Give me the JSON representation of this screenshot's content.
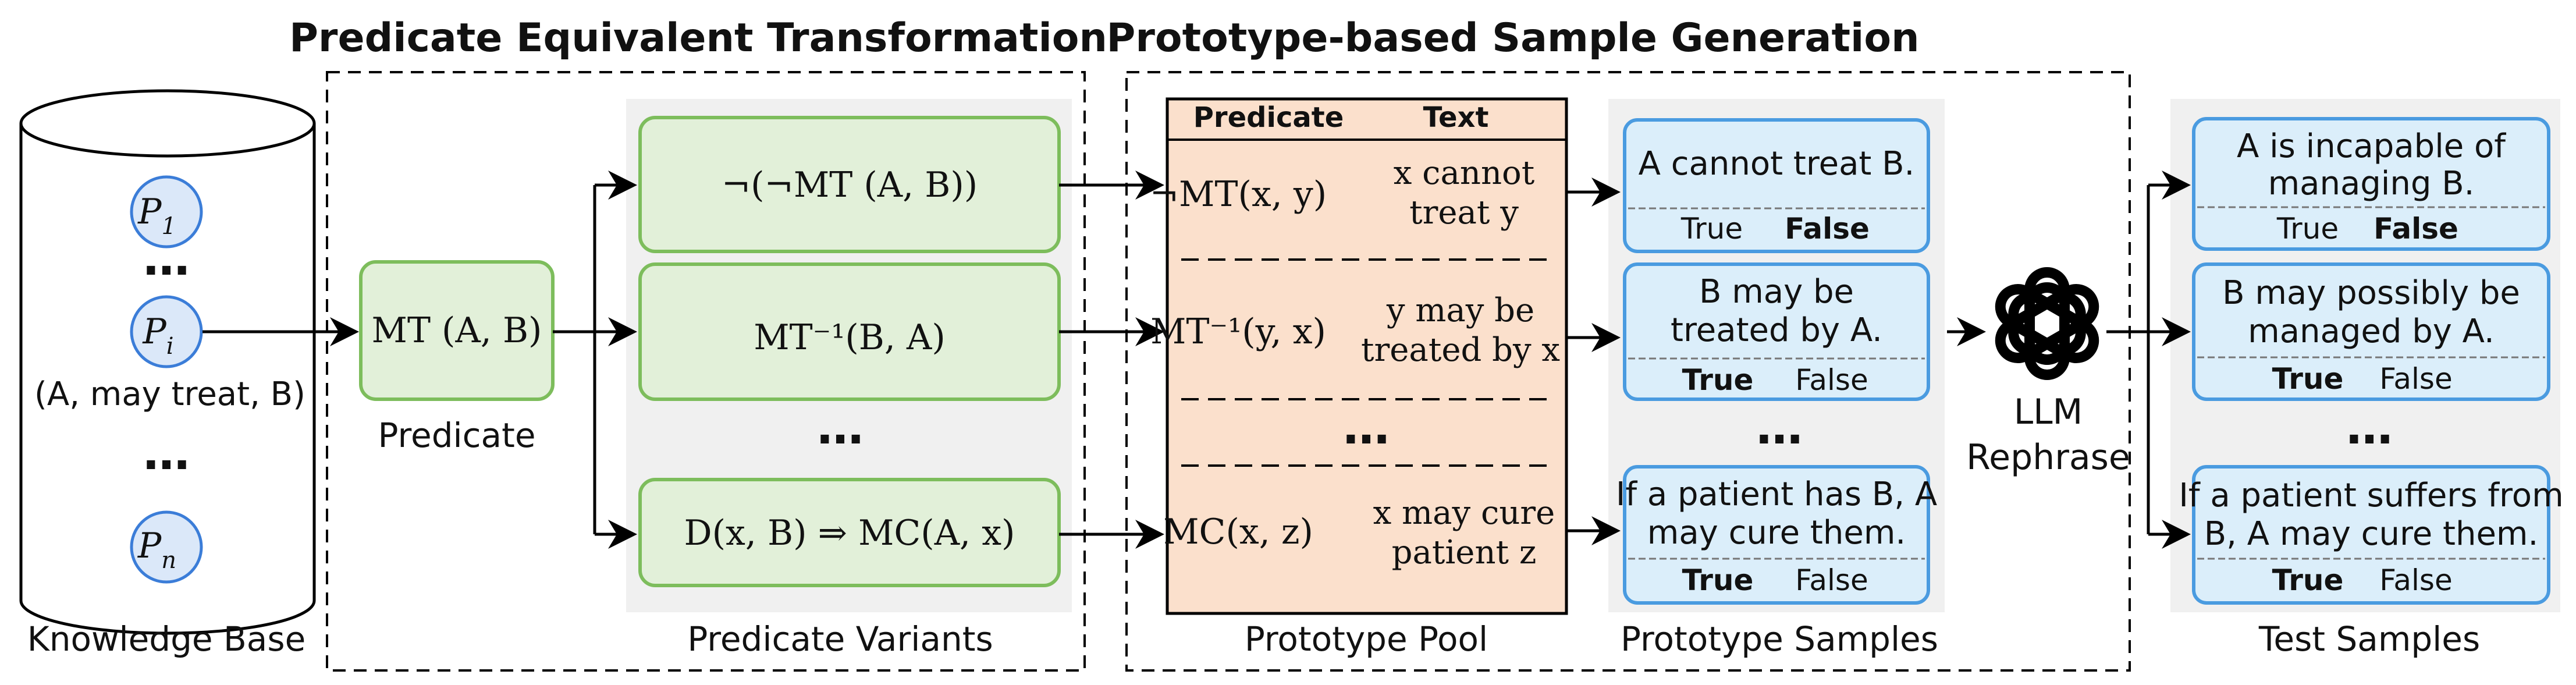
{
  "sections": {
    "pet_title": "Predicate Equivalent Transformation",
    "psg_title": "Prototype-based Sample Generation"
  },
  "knowledge_base": {
    "caption": "Knowledge Base",
    "nodes": [
      {
        "base": "P",
        "sub": "1"
      },
      {
        "base": "P",
        "sub": "i"
      },
      {
        "base": "P",
        "sub": "n"
      }
    ],
    "ellipsis": "…",
    "triple": "(A, may treat, B)"
  },
  "predicate": {
    "text": "MT (A, B)",
    "caption": "Predicate"
  },
  "predicate_variants": {
    "caption": "Predicate Variants",
    "items": [
      "¬(¬MT (A, B))",
      "MT⁻¹(B, A)",
      "D(x, B) ⇒ MC(A, x)"
    ],
    "ellipsis": "…"
  },
  "prototype_pool": {
    "caption": "Prototype Pool",
    "headers": [
      "Predicate",
      "Text"
    ],
    "rows": [
      {
        "predicate": "¬MT(x, y)",
        "text": [
          "x cannot",
          "treat y"
        ]
      },
      {
        "predicate": "MT⁻¹(y, x)",
        "text": [
          "y may be",
          "treated by x"
        ]
      },
      {
        "predicate": "MC(x, z)",
        "text": [
          "x may cure",
          "patient z"
        ]
      }
    ],
    "ellipsis": "…"
  },
  "prototype_samples": {
    "caption": "Prototype Samples",
    "items": [
      {
        "lines": [
          "A cannot treat B."
        ],
        "true": "True",
        "false": "False",
        "answer": "False"
      },
      {
        "lines": [
          "B may be",
          "treated by A."
        ],
        "true": "True",
        "false": "False",
        "answer": "True"
      },
      {
        "lines": [
          "If a patient has B, A",
          "may cure them."
        ],
        "true": "True",
        "false": "False",
        "answer": "True"
      }
    ],
    "ellipsis": "…"
  },
  "llm": {
    "line1": "LLM",
    "line2": "Rephrase",
    "icon": "openai-logo-icon"
  },
  "test_samples": {
    "caption": "Test Samples",
    "items": [
      {
        "lines": [
          "A is incapable of",
          "managing B."
        ],
        "true": "True",
        "false": "False",
        "answer": "False"
      },
      {
        "lines": [
          "B may possibly be",
          "managed by A."
        ],
        "true": "True",
        "false": "False",
        "answer": "True"
      },
      {
        "lines": [
          "If a patient suffers from",
          "B, A may cure them."
        ],
        "true": "True",
        "false": "False",
        "answer": "True"
      }
    ],
    "ellipsis": "…"
  },
  "colors": {
    "node_blue_fill": "#dbe8f9",
    "node_blue_stroke": "#3b7dd8",
    "green_fill": "#e2f0d9",
    "green_stroke": "#7dbd5c",
    "peach_fill": "#fbe0cc",
    "sample_fill": "#dbeefa",
    "sample_stroke": "#4a9be0",
    "panel_gray": "#f0f0f0"
  }
}
